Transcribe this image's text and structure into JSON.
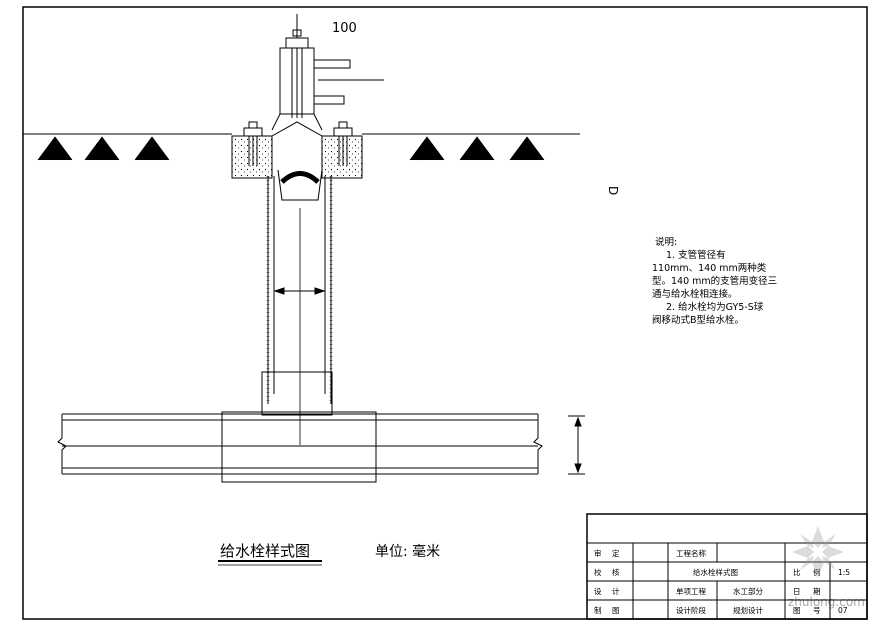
{
  "drawing": {
    "dim_top": "100",
    "dim_right": "D",
    "notes": {
      "heading": "说明:",
      "lines": [
        "1. 支管管径有",
        "110mm、140 mm两种类",
        "型。140 mm的支管用变径三",
        "通与给水栓相连接。",
        "2. 给水栓均为GY5-S球",
        "阀移动式B型给水栓。"
      ]
    },
    "title": "给水栓样式图",
    "unit": "单位: 毫米"
  },
  "title_block": {
    "r1": [
      "审",
      "定",
      "工程名称"
    ],
    "r2": [
      "校",
      "核",
      "给水栓样式图",
      "比",
      "例",
      "1:5"
    ],
    "r3": [
      "设",
      "计",
      "单项工程",
      "水工部分",
      "日",
      "期"
    ],
    "r4": [
      "制",
      "图",
      "设计阶段",
      "规划设计",
      "图",
      "号",
      "07"
    ]
  },
  "watermark": "zhulong.com"
}
